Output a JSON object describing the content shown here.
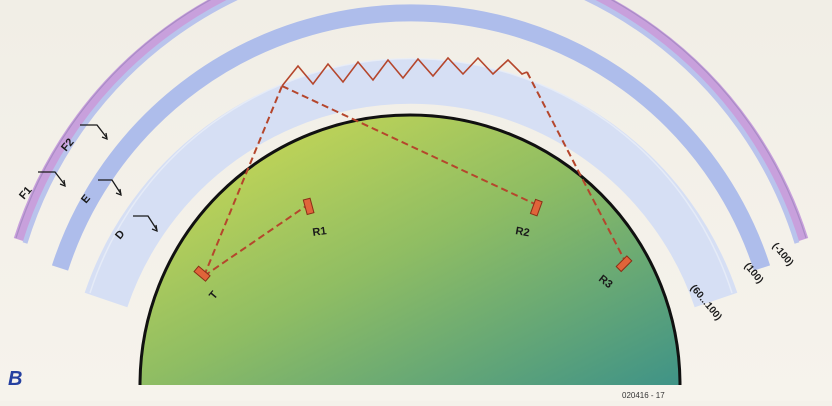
{
  "figure_label": "B",
  "figure_code": "020416 - 17",
  "layers": [
    {
      "id": "D",
      "label": "D",
      "height_label": "(60...100)",
      "color": "#d4def4"
    },
    {
      "id": "E",
      "label": "E",
      "height_label": "(100)",
      "color": "#a9b9ea"
    },
    {
      "id": "F1",
      "label": "F1",
      "height_label": "(-100)",
      "color": "#c49ad8"
    },
    {
      "id": "F2",
      "label": "F2",
      "height_label": "",
      "color": "#cfa6df"
    }
  ],
  "stations": [
    {
      "id": "T",
      "label": "T"
    },
    {
      "id": "R1",
      "label": "R1"
    },
    {
      "id": "R2",
      "label": "R2"
    },
    {
      "id": "R3",
      "label": "R3"
    }
  ],
  "colors": {
    "earth_top": "#d2dd55",
    "earth_bottom": "#4b9a86",
    "ray": "#b5462c",
    "station": "#e0643a",
    "label": "#1a1a1a",
    "figure_label": "#2540a0"
  }
}
